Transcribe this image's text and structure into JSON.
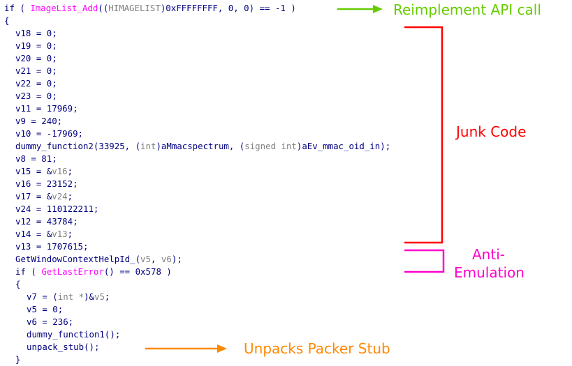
{
  "code": {
    "lines": [
      {
        "indent": 0,
        "segments": [
          {
            "t": "if ( ",
            "c": "kw"
          },
          {
            "t": "ImageList_Add",
            "c": "fn"
          },
          {
            "t": "((",
            "c": "punc"
          },
          {
            "t": "HIMAGELIST",
            "c": "gray"
          },
          {
            "t": ")0xFFFFFFFF, 0, 0) == -1 )",
            "c": "punc"
          }
        ]
      },
      {
        "indent": 0,
        "segments": [
          {
            "t": "{",
            "c": "punc"
          }
        ]
      },
      {
        "indent": 1,
        "segments": [
          {
            "t": "v18",
            "c": "var"
          },
          {
            "t": " = 0;",
            "c": "punc"
          }
        ]
      },
      {
        "indent": 1,
        "segments": [
          {
            "t": "v19",
            "c": "var"
          },
          {
            "t": " = 0;",
            "c": "punc"
          }
        ]
      },
      {
        "indent": 1,
        "segments": [
          {
            "t": "v20",
            "c": "var"
          },
          {
            "t": " = 0;",
            "c": "punc"
          }
        ]
      },
      {
        "indent": 1,
        "segments": [
          {
            "t": "v21",
            "c": "var"
          },
          {
            "t": " = 0;",
            "c": "punc"
          }
        ]
      },
      {
        "indent": 1,
        "segments": [
          {
            "t": "v22",
            "c": "var"
          },
          {
            "t": " = 0;",
            "c": "punc"
          }
        ]
      },
      {
        "indent": 1,
        "segments": [
          {
            "t": "v23",
            "c": "var"
          },
          {
            "t": " = 0;",
            "c": "punc"
          }
        ]
      },
      {
        "indent": 1,
        "segments": [
          {
            "t": "v11",
            "c": "var"
          },
          {
            "t": " = 17969;",
            "c": "punc"
          }
        ]
      },
      {
        "indent": 1,
        "segments": [
          {
            "t": "v9",
            "c": "var"
          },
          {
            "t": " = 240;",
            "c": "punc"
          }
        ]
      },
      {
        "indent": 1,
        "segments": [
          {
            "t": "v10",
            "c": "var"
          },
          {
            "t": " = -17969;",
            "c": "punc"
          }
        ]
      },
      {
        "indent": 1,
        "segments": [
          {
            "t": "dummy_function2",
            "c": "var"
          },
          {
            "t": "(33925, (",
            "c": "punc"
          },
          {
            "t": "int",
            "c": "gray"
          },
          {
            "t": ")aMmacspectrum, (",
            "c": "punc"
          },
          {
            "t": "signed int",
            "c": "gray"
          },
          {
            "t": ")aEv_mmac_oid_in);",
            "c": "punc"
          }
        ]
      },
      {
        "indent": 1,
        "segments": [
          {
            "t": "v8",
            "c": "var"
          },
          {
            "t": " = 81;",
            "c": "punc"
          }
        ]
      },
      {
        "indent": 1,
        "segments": [
          {
            "t": "v15",
            "c": "var"
          },
          {
            "t": " = &",
            "c": "punc"
          },
          {
            "t": "v16",
            "c": "gray"
          },
          {
            "t": ";",
            "c": "punc"
          }
        ]
      },
      {
        "indent": 1,
        "segments": [
          {
            "t": "v16",
            "c": "var"
          },
          {
            "t": " = 23152;",
            "c": "punc"
          }
        ]
      },
      {
        "indent": 1,
        "segments": [
          {
            "t": "v17",
            "c": "var"
          },
          {
            "t": " = &",
            "c": "punc"
          },
          {
            "t": "v24",
            "c": "gray"
          },
          {
            "t": ";",
            "c": "punc"
          }
        ]
      },
      {
        "indent": 1,
        "segments": [
          {
            "t": "v24",
            "c": "var"
          },
          {
            "t": " = 110122211;",
            "c": "punc"
          }
        ]
      },
      {
        "indent": 1,
        "segments": [
          {
            "t": "v12",
            "c": "var"
          },
          {
            "t": " = 43784;",
            "c": "punc"
          }
        ]
      },
      {
        "indent": 1,
        "segments": [
          {
            "t": "v14",
            "c": "var"
          },
          {
            "t": " = &",
            "c": "punc"
          },
          {
            "t": "v13",
            "c": "gray"
          },
          {
            "t": ";",
            "c": "punc"
          }
        ]
      },
      {
        "indent": 1,
        "segments": [
          {
            "t": "v13",
            "c": "var"
          },
          {
            "t": " = 1707615;",
            "c": "punc"
          }
        ]
      },
      {
        "indent": 1,
        "segments": [
          {
            "t": "GetWindowContextHelpId_",
            "c": "var"
          },
          {
            "t": "(",
            "c": "punc"
          },
          {
            "t": "v5",
            "c": "gray"
          },
          {
            "t": ", ",
            "c": "punc"
          },
          {
            "t": "v6",
            "c": "gray"
          },
          {
            "t": ");",
            "c": "punc"
          }
        ]
      },
      {
        "indent": 1,
        "segments": [
          {
            "t": "if ( ",
            "c": "kw"
          },
          {
            "t": "GetLastError",
            "c": "fn"
          },
          {
            "t": "() == 0x578 )",
            "c": "punc"
          }
        ]
      },
      {
        "indent": 1,
        "segments": [
          {
            "t": "{",
            "c": "punc"
          }
        ]
      },
      {
        "indent": 2,
        "segments": [
          {
            "t": "v7",
            "c": "var"
          },
          {
            "t": " = (",
            "c": "punc"
          },
          {
            "t": "int *",
            "c": "gray"
          },
          {
            "t": ")&",
            "c": "punc"
          },
          {
            "t": "v5",
            "c": "gray"
          },
          {
            "t": ";",
            "c": "punc"
          }
        ]
      },
      {
        "indent": 2,
        "segments": [
          {
            "t": "v5",
            "c": "var"
          },
          {
            "t": " = 0;",
            "c": "punc"
          }
        ]
      },
      {
        "indent": 2,
        "segments": [
          {
            "t": "v6",
            "c": "var"
          },
          {
            "t": " = 236;",
            "c": "punc"
          }
        ]
      },
      {
        "indent": 2,
        "segments": [
          {
            "t": "dummy_function1",
            "c": "var"
          },
          {
            "t": "();",
            "c": "punc"
          }
        ]
      },
      {
        "indent": 2,
        "segments": [
          {
            "t": "unpack_stub",
            "c": "var"
          },
          {
            "t": "();",
            "c": "punc"
          }
        ]
      },
      {
        "indent": 1,
        "segments": [
          {
            "t": "}",
            "c": "punc"
          }
        ]
      }
    ]
  },
  "annotations": {
    "reimplement": {
      "text": "Reimplement API call",
      "color": "#66cc00"
    },
    "junk": {
      "text": "Junk Code",
      "color": "#ff0000"
    },
    "anti": {
      "line1": "Anti-",
      "line2": "Emulation",
      "color": "#ff00cc"
    },
    "unpack": {
      "text": "Unpacks Packer Stub",
      "color": "#ff8800"
    }
  }
}
